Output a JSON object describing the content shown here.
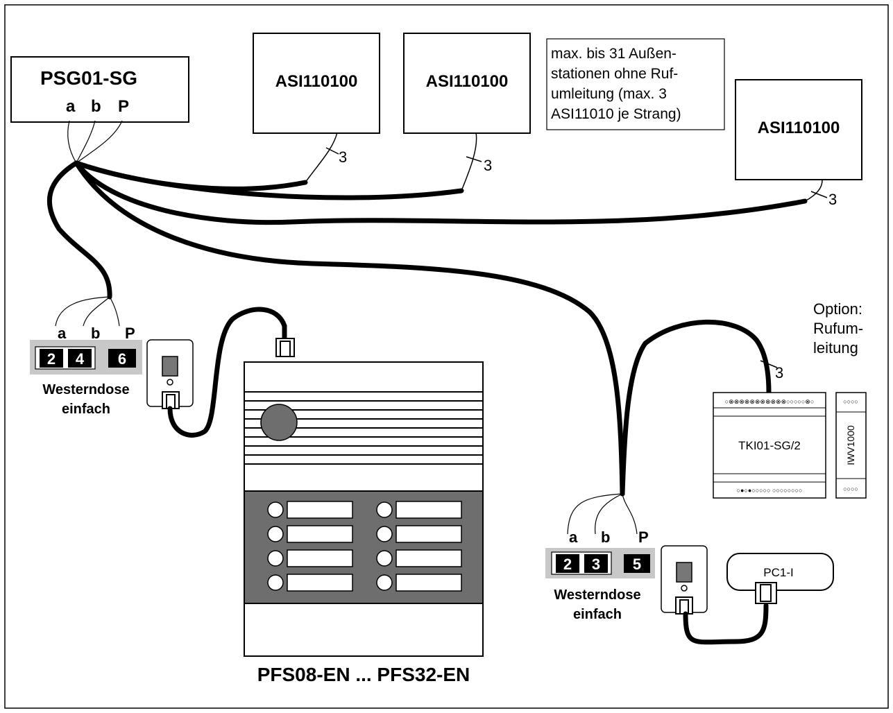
{
  "controller": {
    "name": "PSG01-SG",
    "terminals": [
      "a",
      "b",
      "P"
    ]
  },
  "outdoor_stations": [
    {
      "label": "ASI110100",
      "wires": "3"
    },
    {
      "label": "ASI110100",
      "wires": "3"
    },
    {
      "label": "ASI110100",
      "wires": "3"
    }
  ],
  "note": {
    "lines": [
      "max. bis 31 Außen-",
      "stationen ohne Ruf-",
      "umleitung (max. 3",
      "ASI11010 je Strang)"
    ]
  },
  "socket_left": {
    "wires": [
      "a",
      "b",
      "P"
    ],
    "pins": [
      "2",
      "4",
      "6"
    ],
    "label_lines": [
      "Westerndose",
      "einfach"
    ]
  },
  "socket_right": {
    "wires": [
      "a",
      "b",
      "P"
    ],
    "pins": [
      "2",
      "3",
      "5"
    ],
    "label_lines": [
      "Westerndose",
      "einfach"
    ]
  },
  "intercom": {
    "label": "PFS08-EN ... PFS32-EN"
  },
  "option": {
    "lines": [
      "Option:",
      "Rufum-",
      "leitung"
    ],
    "wires": "3"
  },
  "tki_module": {
    "label": "TKI01-SG/2",
    "dots_top": "○⊗⊗⊗⊗⊗⊗⊗⊗⊗⊗⊗○○○○○⊗○",
    "dots_bottom": "○●○●○○○○○ ○○○○○○○○"
  },
  "iwv_module": {
    "label": "IWV1000",
    "dots": "○○○○"
  },
  "pc_adapter": {
    "label": "PC1-I"
  }
}
